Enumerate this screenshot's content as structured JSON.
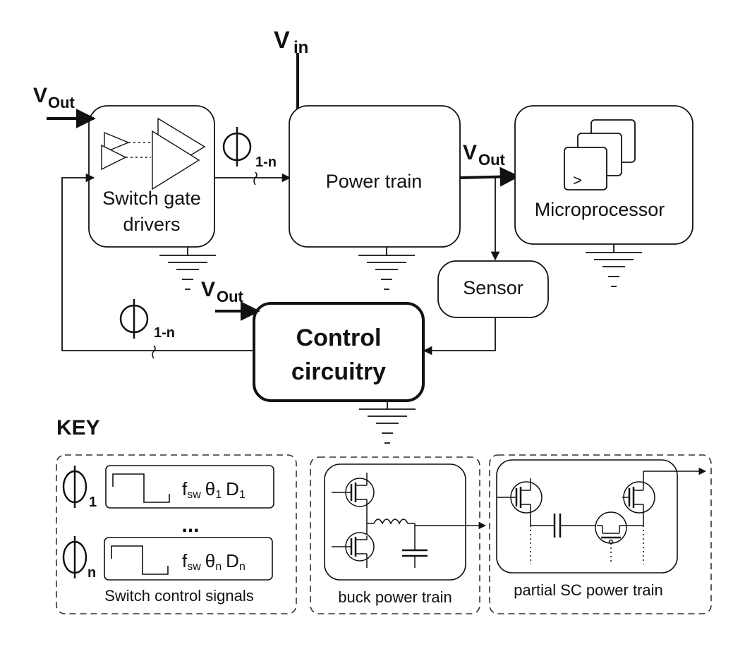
{
  "labels": {
    "vin_v": "V",
    "vin_sub": "in",
    "vout_v": "V",
    "vout_sub": "Out",
    "phi_sub": "1-n",
    "gate_drivers_l1": "Switch gate",
    "gate_drivers_l2": "drivers",
    "power_train": "Power train",
    "microprocessor": "Microprocessor",
    "prompt_glyph": ">",
    "sensor": "Sensor",
    "control_l1": "Control",
    "control_l2": "circuitry"
  },
  "key": {
    "title": "KEY",
    "sig1_sub": "1",
    "sig1_f": "f",
    "sig1_fsub": "sw",
    "sig1_theta": "θ",
    "sig1_thsub": "1",
    "sig1_d": "D",
    "sig1_dsub": "1",
    "ellipsis": "...",
    "sign_sub": "n",
    "sign_f": "f",
    "sign_fsub": "sw",
    "sign_theta": "θ",
    "sign_thsub": "n",
    "sign_d": "D",
    "sign_dsub": "n",
    "switch_control_caption": "Switch control signals",
    "buck_caption": "buck power train",
    "sc_caption": "partial SC power train"
  }
}
